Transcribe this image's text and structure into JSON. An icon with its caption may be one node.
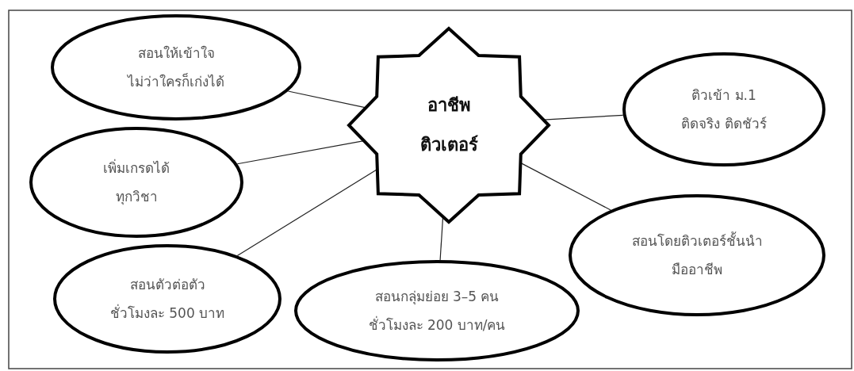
{
  "diagram": {
    "nodes": [
      {
        "text": [
          "สอนให้เข้าใจ",
          "ไม่ว่าใครก็เก่งได้"
        ]
      },
      {
        "text": [
          "อาชีพ",
          "ติวเตอร์"
        ]
      },
      {
        "text": [
          "ติวเข้า ม.1",
          "ติดจริง ติดชัวร์"
        ]
      },
      {
        "text": [
          "เพิ่มเกรดได้",
          "ทุกวิชา"
        ]
      },
      {
        "text": [
          "สอนโดยติวเตอร์ชั้นนำ",
          "มืออาชีพ"
        ]
      },
      {
        "text": [
          "สอนตัวต่อตัว",
          "ชั่วโมงละ 500 บาท"
        ]
      },
      {
        "text": [
          "สอนกลุ่มย่อย 3–5 คน",
          "ชั่วโมงละ 200 บาท/คน"
        ]
      }
    ],
    "edges": [
      {
        "from": 1,
        "to": 0,
        "arrow": "none"
      },
      {
        "from": 1,
        "to": 2,
        "arrow": "none"
      },
      {
        "from": 1,
        "to": 3,
        "arrow": "none"
      },
      {
        "from": 1,
        "to": 4,
        "arrow": "none"
      },
      {
        "from": 1,
        "to": 5,
        "arrow": "none"
      },
      {
        "from": 1,
        "to": 6,
        "arrow": "none"
      }
    ]
  }
}
